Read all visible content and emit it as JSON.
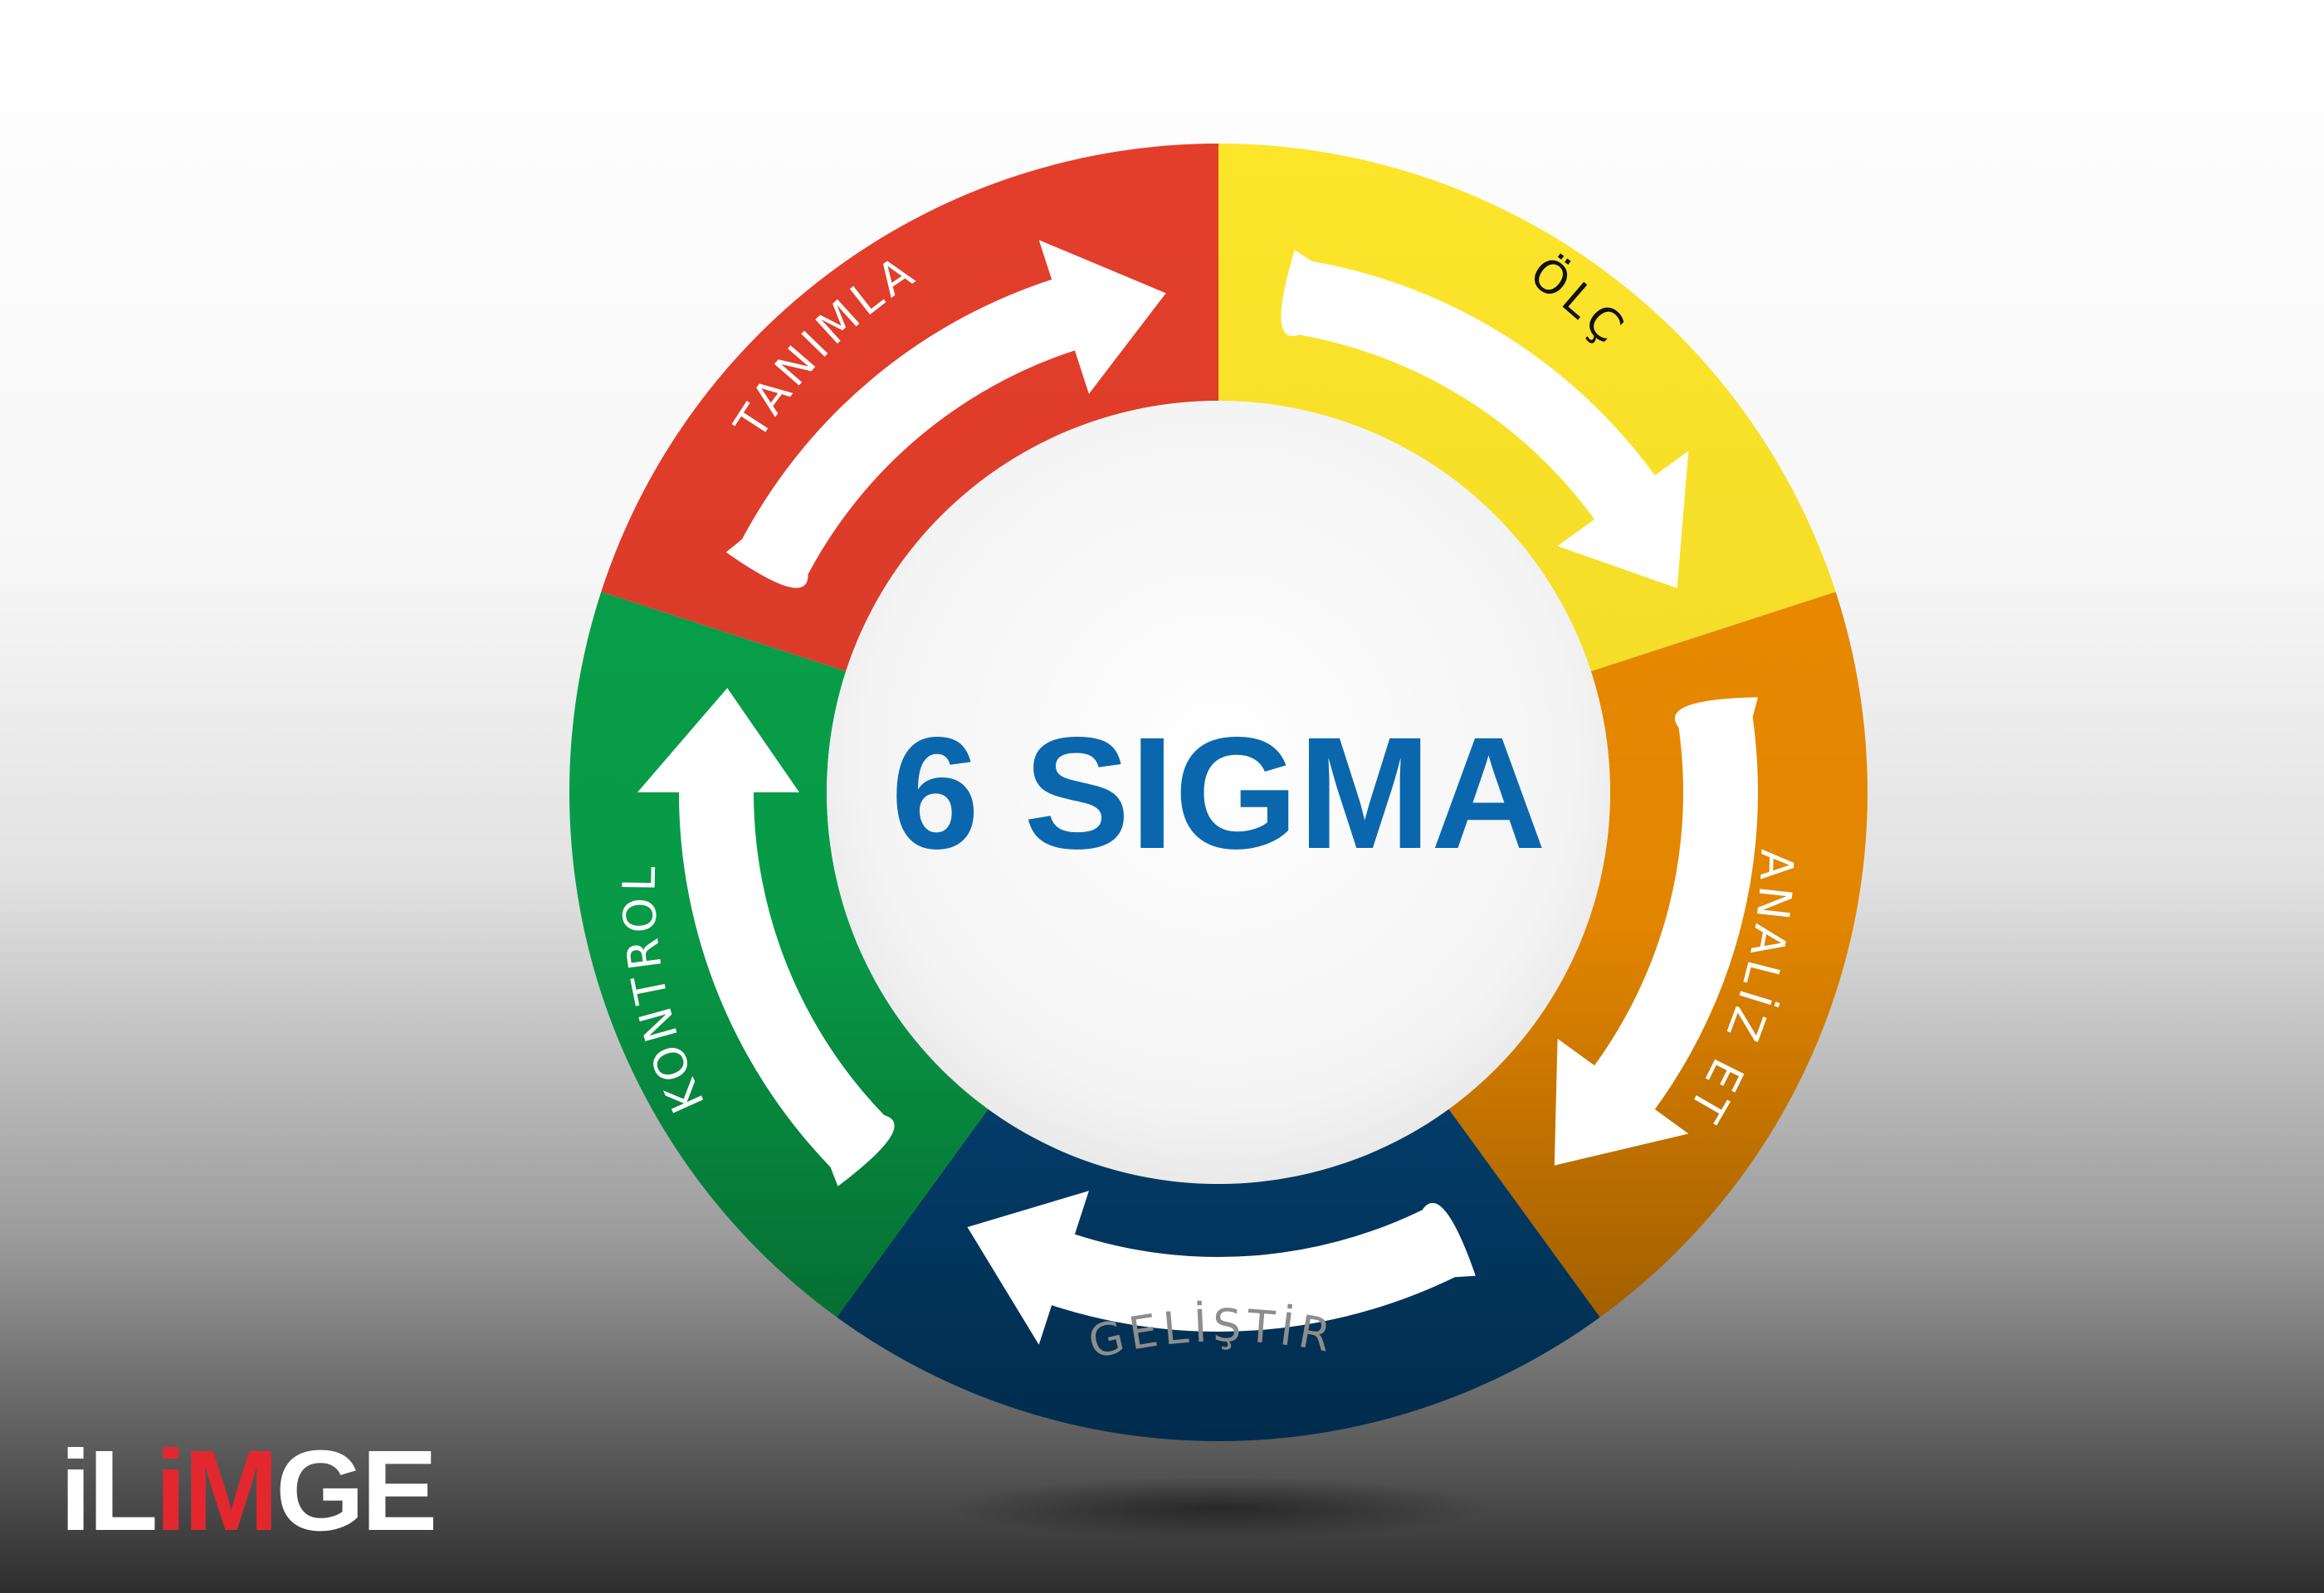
{
  "diagram": {
    "center_title": "6 SIGMA",
    "title_color": "#0b67ad",
    "segments": [
      {
        "id": "tanimla",
        "label": "TANIMLA",
        "color": "#e33e2b",
        "text_color": "#ffffff",
        "label_color_name": "white"
      },
      {
        "id": "olc",
        "label": "ÖLÇ",
        "color": "#fde52a",
        "text_color": "#111111",
        "label_color_name": "black"
      },
      {
        "id": "analiz",
        "label": "ANALİZ ET",
        "color": "#ee8c00",
        "text_color": "#ffffff",
        "label_color_name": "white"
      },
      {
        "id": "gelistir",
        "label": "GELİŞTİR",
        "color": "#02497f",
        "text_color": "#8d8d8d",
        "label_color_name": "grey"
      },
      {
        "id": "kontrol",
        "label": "KONTROL",
        "color": "#08a24a",
        "text_color": "#ffffff",
        "label_color_name": "white"
      }
    ]
  },
  "logo": {
    "text_part1": "iL",
    "text_part2": "iM",
    "text_part3": "GE",
    "accent_color": "#e3272f"
  }
}
